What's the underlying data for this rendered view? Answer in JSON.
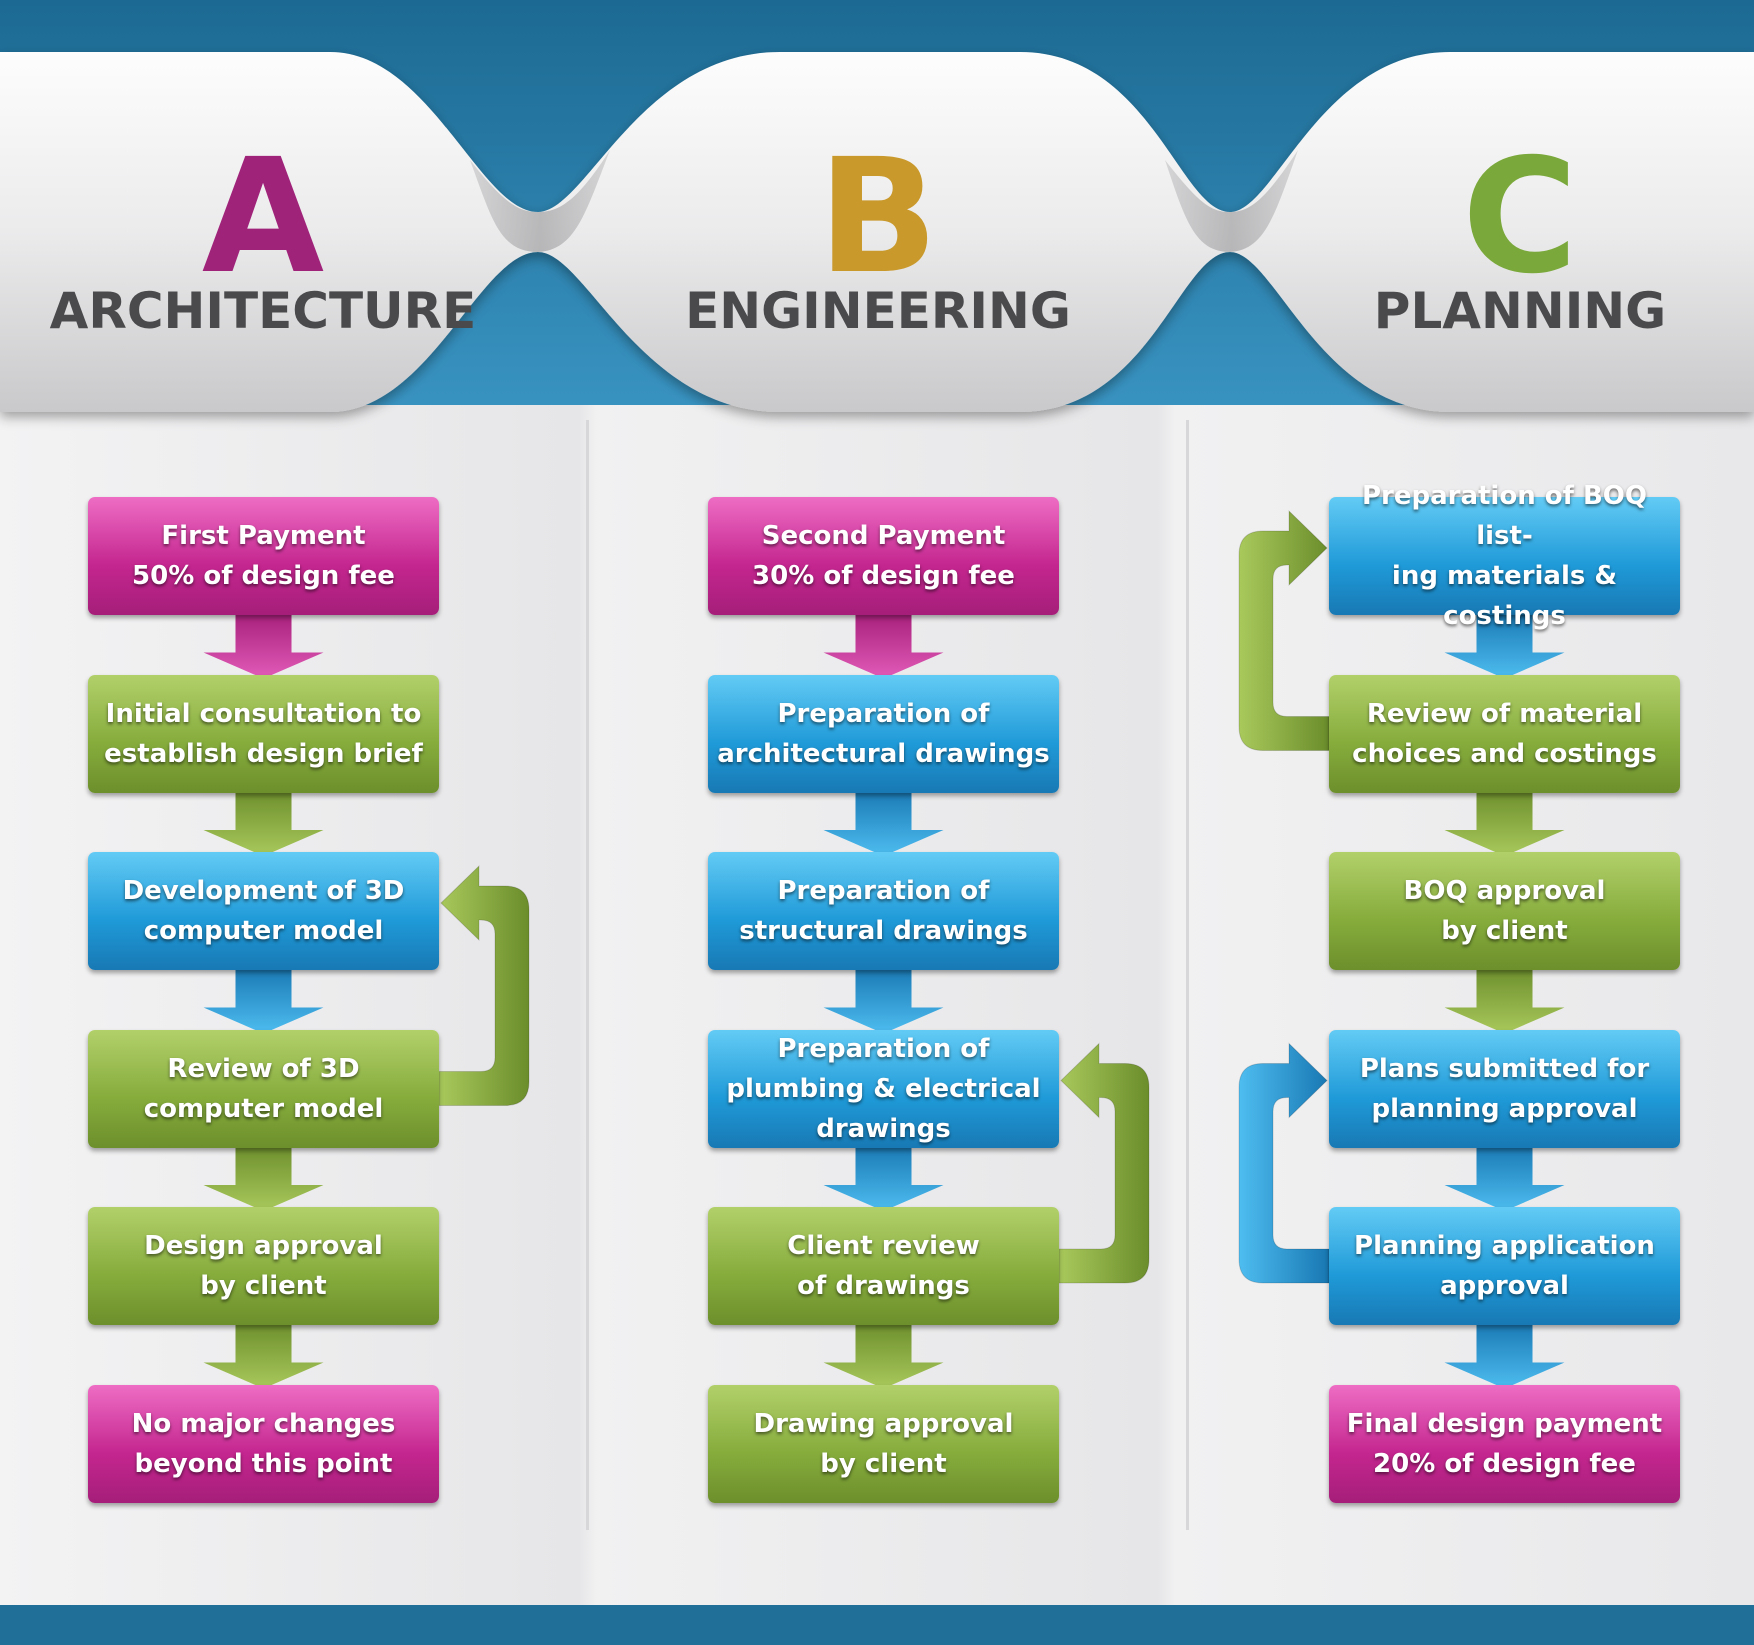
{
  "columns": [
    {
      "letter": "A",
      "letter_color": "#a0237a",
      "title": "ARCHITECTURE",
      "steps": [
        {
          "lines": [
            "First Payment",
            "50% of design fee"
          ],
          "color": "pink"
        },
        {
          "lines": [
            "Initial consultation to",
            "establish design brief"
          ],
          "color": "green"
        },
        {
          "lines": [
            "Development of 3D",
            "computer model"
          ],
          "color": "blue"
        },
        {
          "lines": [
            "Review of 3D",
            "computer model"
          ],
          "color": "green"
        },
        {
          "lines": [
            "Design approval",
            "by client"
          ],
          "color": "green"
        },
        {
          "lines": [
            "No major changes",
            "beyond this point"
          ],
          "color": "pink"
        }
      ]
    },
    {
      "letter": "B",
      "letter_color": "#c9992c",
      "title": "ENGINEERING",
      "steps": [
        {
          "lines": [
            "Second Payment",
            "30% of design fee"
          ],
          "color": "pink"
        },
        {
          "lines": [
            "Preparation of",
            "architectural drawings"
          ],
          "color": "blue"
        },
        {
          "lines": [
            "Preparation of",
            "structural drawings"
          ],
          "color": "blue"
        },
        {
          "lines": [
            "Preparation of",
            "plumbing & electrical",
            "drawings"
          ],
          "color": "blue"
        },
        {
          "lines": [
            "Client review",
            "of drawings"
          ],
          "color": "green"
        },
        {
          "lines": [
            "Drawing approval",
            "by client"
          ],
          "color": "green"
        }
      ]
    },
    {
      "letter": "C",
      "letter_color": "#7aa83a",
      "title": "PLANNING",
      "steps": [
        {
          "lines": [
            "Preparation of BOQ list-",
            "ing materials & costings"
          ],
          "color": "blue"
        },
        {
          "lines": [
            "Review of material",
            "choices and costings"
          ],
          "color": "green"
        },
        {
          "lines": [
            "BOQ approval",
            "by client"
          ],
          "color": "green"
        },
        {
          "lines": [
            "Plans submitted for",
            "planning approval"
          ],
          "color": "blue"
        },
        {
          "lines": [
            "Planning application",
            "approval"
          ],
          "color": "blue"
        },
        {
          "lines": [
            "Final design payment",
            "20% of design fee"
          ],
          "color": "pink"
        }
      ]
    }
  ],
  "connectors": [
    {
      "column": 0,
      "from_step": 0,
      "color": "pink"
    },
    {
      "column": 0,
      "from_step": 1,
      "color": "green"
    },
    {
      "column": 0,
      "from_step": 2,
      "color": "blue"
    },
    {
      "column": 0,
      "from_step": 3,
      "color": "green"
    },
    {
      "column": 0,
      "from_step": 4,
      "color": "green"
    },
    {
      "column": 1,
      "from_step": 0,
      "color": "pink"
    },
    {
      "column": 1,
      "from_step": 1,
      "color": "blue"
    },
    {
      "column": 1,
      "from_step": 2,
      "color": "blue"
    },
    {
      "column": 1,
      "from_step": 3,
      "color": "blue"
    },
    {
      "column": 1,
      "from_step": 4,
      "color": "green"
    },
    {
      "column": 2,
      "from_step": 0,
      "color": "blue"
    },
    {
      "column": 2,
      "from_step": 1,
      "color": "green"
    },
    {
      "column": 2,
      "from_step": 2,
      "color": "green"
    },
    {
      "column": 2,
      "from_step": 3,
      "color": "blue"
    },
    {
      "column": 2,
      "from_step": 4,
      "color": "blue"
    }
  ],
  "loops": [
    {
      "column": 0,
      "from_step": 3,
      "to_step": 2,
      "side": "right",
      "color": "green"
    },
    {
      "column": 1,
      "from_step": 4,
      "to_step": 3,
      "side": "right",
      "color": "green"
    },
    {
      "column": 2,
      "from_step": 1,
      "to_step": 0,
      "side": "left",
      "color": "green"
    },
    {
      "column": 2,
      "from_step": 4,
      "to_step": 3,
      "side": "left",
      "color": "blue"
    }
  ],
  "colors": {
    "pink": "#c4268f",
    "green": "#86ac3c",
    "blue": "#1f9ad8",
    "banner_blue": "#2a7fa9",
    "title_gray": "#4a4a4c"
  }
}
